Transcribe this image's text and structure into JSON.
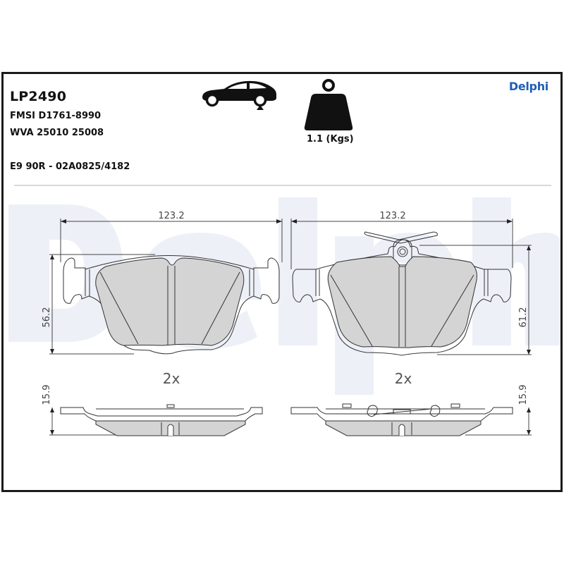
{
  "header": {
    "part_number": "LP2490",
    "fmsi": "FMSI D1761-8990",
    "wva": "WVA 25010 25008",
    "ece": "E9 90R - 02A0825/4182",
    "brand": "Delphi",
    "brand_color": "#1f5fb4",
    "weight_label": "1.1 (Kgs)",
    "icons": {
      "axle": "car-rear-axle-icon",
      "weight": "weight-icon"
    }
  },
  "watermark": {
    "text": "Delphi",
    "color": "#eef0f8"
  },
  "drawings": {
    "pad_left": {
      "width_dim": "123.2",
      "height_dim": "56.2",
      "quantity": "2x",
      "thickness_dim": "15.9"
    },
    "pad_right": {
      "width_dim": "123.2",
      "height_dim": "61.2",
      "quantity": "2x",
      "thickness_dim": "15.9"
    },
    "colors": {
      "friction": "#d4d4d4",
      "outline": "#333333",
      "dim_line": "#444444"
    }
  }
}
